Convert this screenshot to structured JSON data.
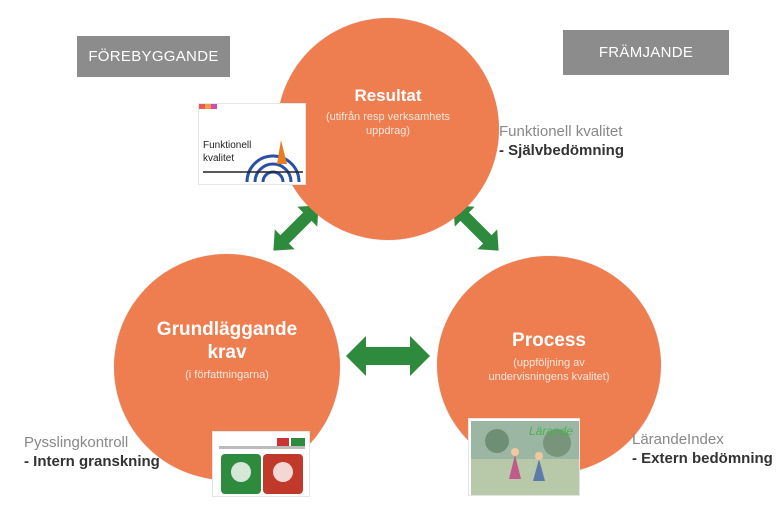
{
  "tags": {
    "left": "FÖREBYGGANDE",
    "right": "FRÄMJANDE"
  },
  "circles": {
    "top": {
      "title": "Resultat",
      "subtitle": "(utifrån resp verksamhets uppdrag)"
    },
    "left": {
      "title_line1": "Grundläggande",
      "title_line2": "krav",
      "subtitle": "(i författningarna)"
    },
    "right": {
      "title": "Process",
      "subtitle": "(uppföljning av undervisningens kvalitet)"
    }
  },
  "side_labels": {
    "top_right": {
      "line1": "Funktionell kvalitet",
      "line2": "- Självbedömning"
    },
    "bottom_left": {
      "line1": "Pysslingkontroll",
      "line2": "- Intern granskning"
    },
    "bottom_right": {
      "line1": "LärandeIndex",
      "line2": "- Extern bedömning"
    }
  },
  "logos": {
    "funktionell_line1": "Funktionell",
    "funktionell_line2": "kvalitet"
  },
  "colors": {
    "circle": "#ee7d4f",
    "arrow": "#2e8b3d",
    "tag": "#8c8c8c"
  }
}
